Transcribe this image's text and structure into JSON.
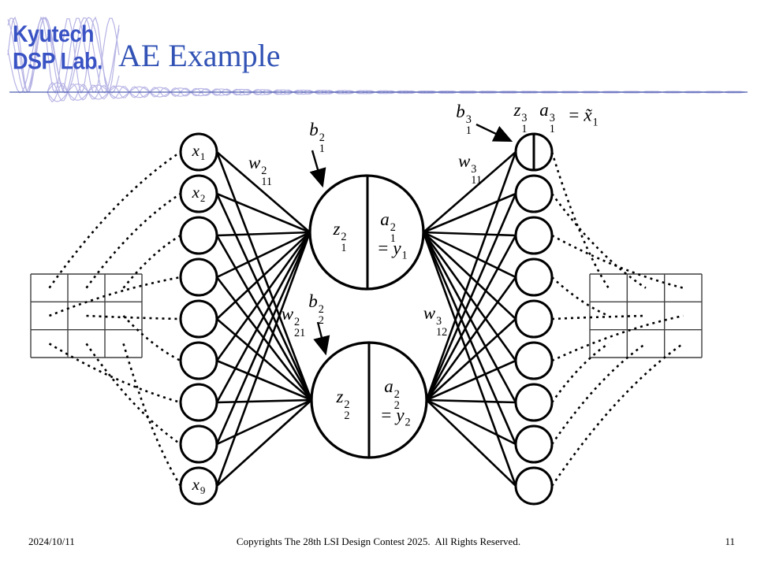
{
  "slide": {
    "logo": {
      "line1": "Kyutech",
      "line2": "DSP Lab."
    },
    "title": "AE Example",
    "footer": {
      "date": "2024/10/11",
      "copyright": "Copyrights The 28th LSI Design Contest 2025.  All Rights Reserved.",
      "page": "11"
    }
  },
  "colors": {
    "title_blue": "#3253b5",
    "logo_blue": "#3a53c4",
    "wave_lavender": "#b6b3e4",
    "divider_blue": "#4d5fae",
    "ink": "#000000",
    "grid_gray": "#3f3f3f"
  },
  "diagram": {
    "structure": {
      "input_nodes": 9,
      "hidden_nodes": 2,
      "output_nodes": 9,
      "input_grid": "3x3",
      "output_grid": "3x3"
    },
    "labels": {
      "x1": {
        "var": "x",
        "sub": "1"
      },
      "x2": {
        "var": "x",
        "sub": "2"
      },
      "x9": {
        "var": "x",
        "sub": "9"
      },
      "w11_2": {
        "var": "w",
        "sup": "2",
        "sub": "11"
      },
      "w21_2": {
        "var": "w",
        "sup": "2",
        "sub": "21"
      },
      "b1_2": {
        "var": "b",
        "sup": "2",
        "sub": "1"
      },
      "b2_2": {
        "var": "b",
        "sup": "2",
        "sub": "2"
      },
      "z1_2": {
        "var": "z",
        "sup": "2",
        "sub": "1"
      },
      "a1_2": {
        "var": "a",
        "sup": "2",
        "sub": "1"
      },
      "eq_y1": {
        "pre": "=",
        "var": "y",
        "sub": "1"
      },
      "z2_2": {
        "var": "z",
        "sup": "2",
        "sub": "2"
      },
      "a2_2": {
        "var": "a",
        "sup": "2",
        "sub": "2"
      },
      "eq_y2": {
        "pre": "=",
        "var": "y",
        "sub": "2"
      },
      "w11_3": {
        "var": "w",
        "sup": "3",
        "sub": "11"
      },
      "w12_3": {
        "var": "w",
        "sup": "3",
        "sub": "12"
      },
      "b1_3": {
        "var": "b",
        "sup": "3",
        "sub": "1"
      },
      "z1_3": {
        "var": "z",
        "sup": "3",
        "sub": "1"
      },
      "a1_3": {
        "var": "a",
        "sup": "3",
        "sub": "1"
      },
      "eq_xt1": {
        "pre": "=",
        "var": "x̃",
        "sub": "1"
      }
    }
  }
}
